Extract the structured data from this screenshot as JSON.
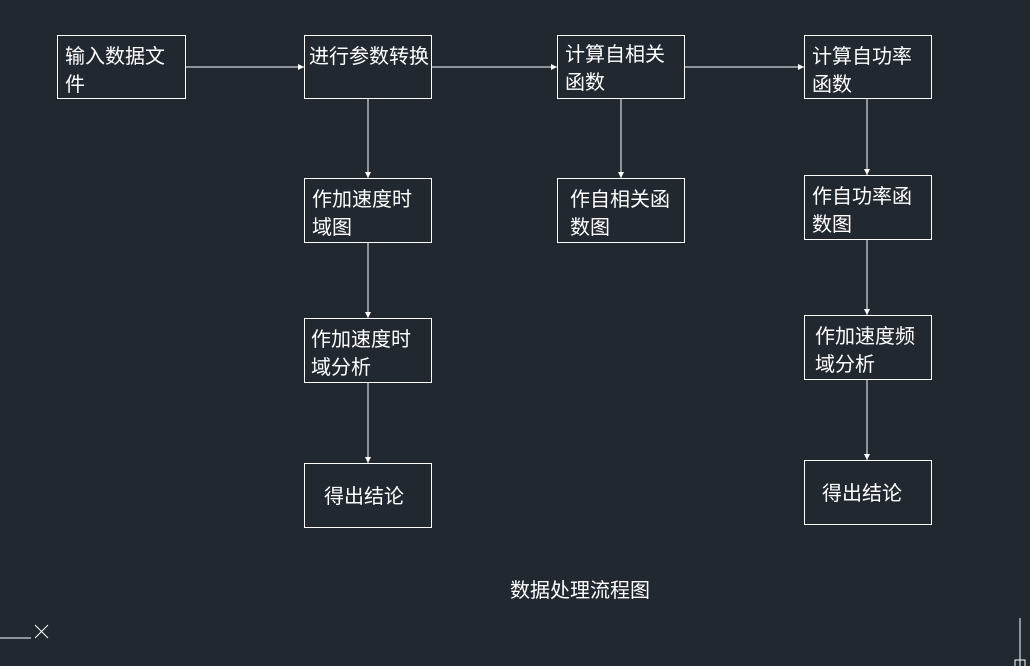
{
  "diagram": {
    "caption": "数据处理流程图",
    "nodes": {
      "input": "输入数据文件",
      "convert": "进行参数转换",
      "autocorr": "计算自相关函数",
      "autopower": "计算自功率函数",
      "accel_time_plot": "作加速度时域图",
      "accel_time_analysis": "作加速度时域分析",
      "conclusion_left": "得出结论",
      "autocorr_plot": "作自相关函数图",
      "autopower_plot": "作自功率函数图",
      "accel_freq_analysis": "作加速度频域分析",
      "conclusion_right": "得出结论"
    }
  },
  "colors": {
    "background": "#212830",
    "line": "#ffffff"
  }
}
